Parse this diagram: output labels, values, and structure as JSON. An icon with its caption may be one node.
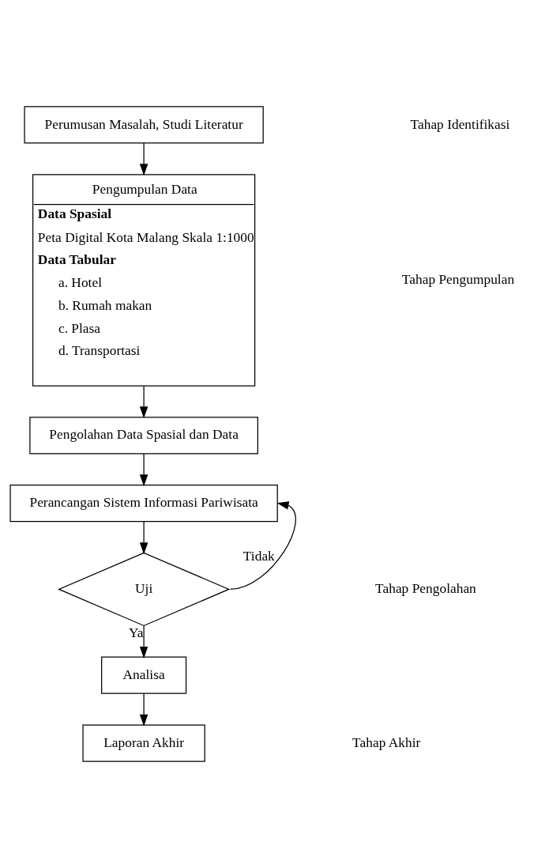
{
  "diagram": {
    "nodes": [
      {
        "text": [
          "Perumusan Masalah, Studi Literatur"
        ]
      },
      {
        "text": [
          "Pengumpulan Data",
          "Data Spasial",
          "Peta Digital Kota Malang Skala 1:1000",
          "Data Tabular",
          "a. Hotel",
          "b. Rumah makan",
          "c. Plasa",
          "d. Transportasi"
        ]
      },
      {
        "text": [
          "Pengolahan Data Spasial dan Data"
        ]
      },
      {
        "text": [
          "Perancangan Sistem Informasi Pariwisata"
        ]
      },
      {
        "text": [
          "Uji"
        ]
      },
      {
        "text": [
          "Analisa"
        ]
      },
      {
        "text": [
          "Laporan Akhir"
        ]
      }
    ],
    "edges": [
      {
        "from": 0,
        "to": 1,
        "arrow": "to"
      },
      {
        "from": 1,
        "to": 2,
        "arrow": "to"
      },
      {
        "from": 2,
        "to": 3,
        "arrow": "to"
      },
      {
        "from": 3,
        "to": 4,
        "arrow": "to"
      },
      {
        "from": 4,
        "to": 3,
        "arrow": "to",
        "label": "Tidak"
      },
      {
        "from": 4,
        "to": 5,
        "arrow": "to",
        "label": "Ya"
      },
      {
        "from": 5,
        "to": 6,
        "arrow": "to"
      }
    ],
    "labels": [
      "Tahap Identifikasi",
      "Tahap Pengumpulan",
      "Tahap Pengolahan",
      "Tahap Akhir"
    ]
  }
}
